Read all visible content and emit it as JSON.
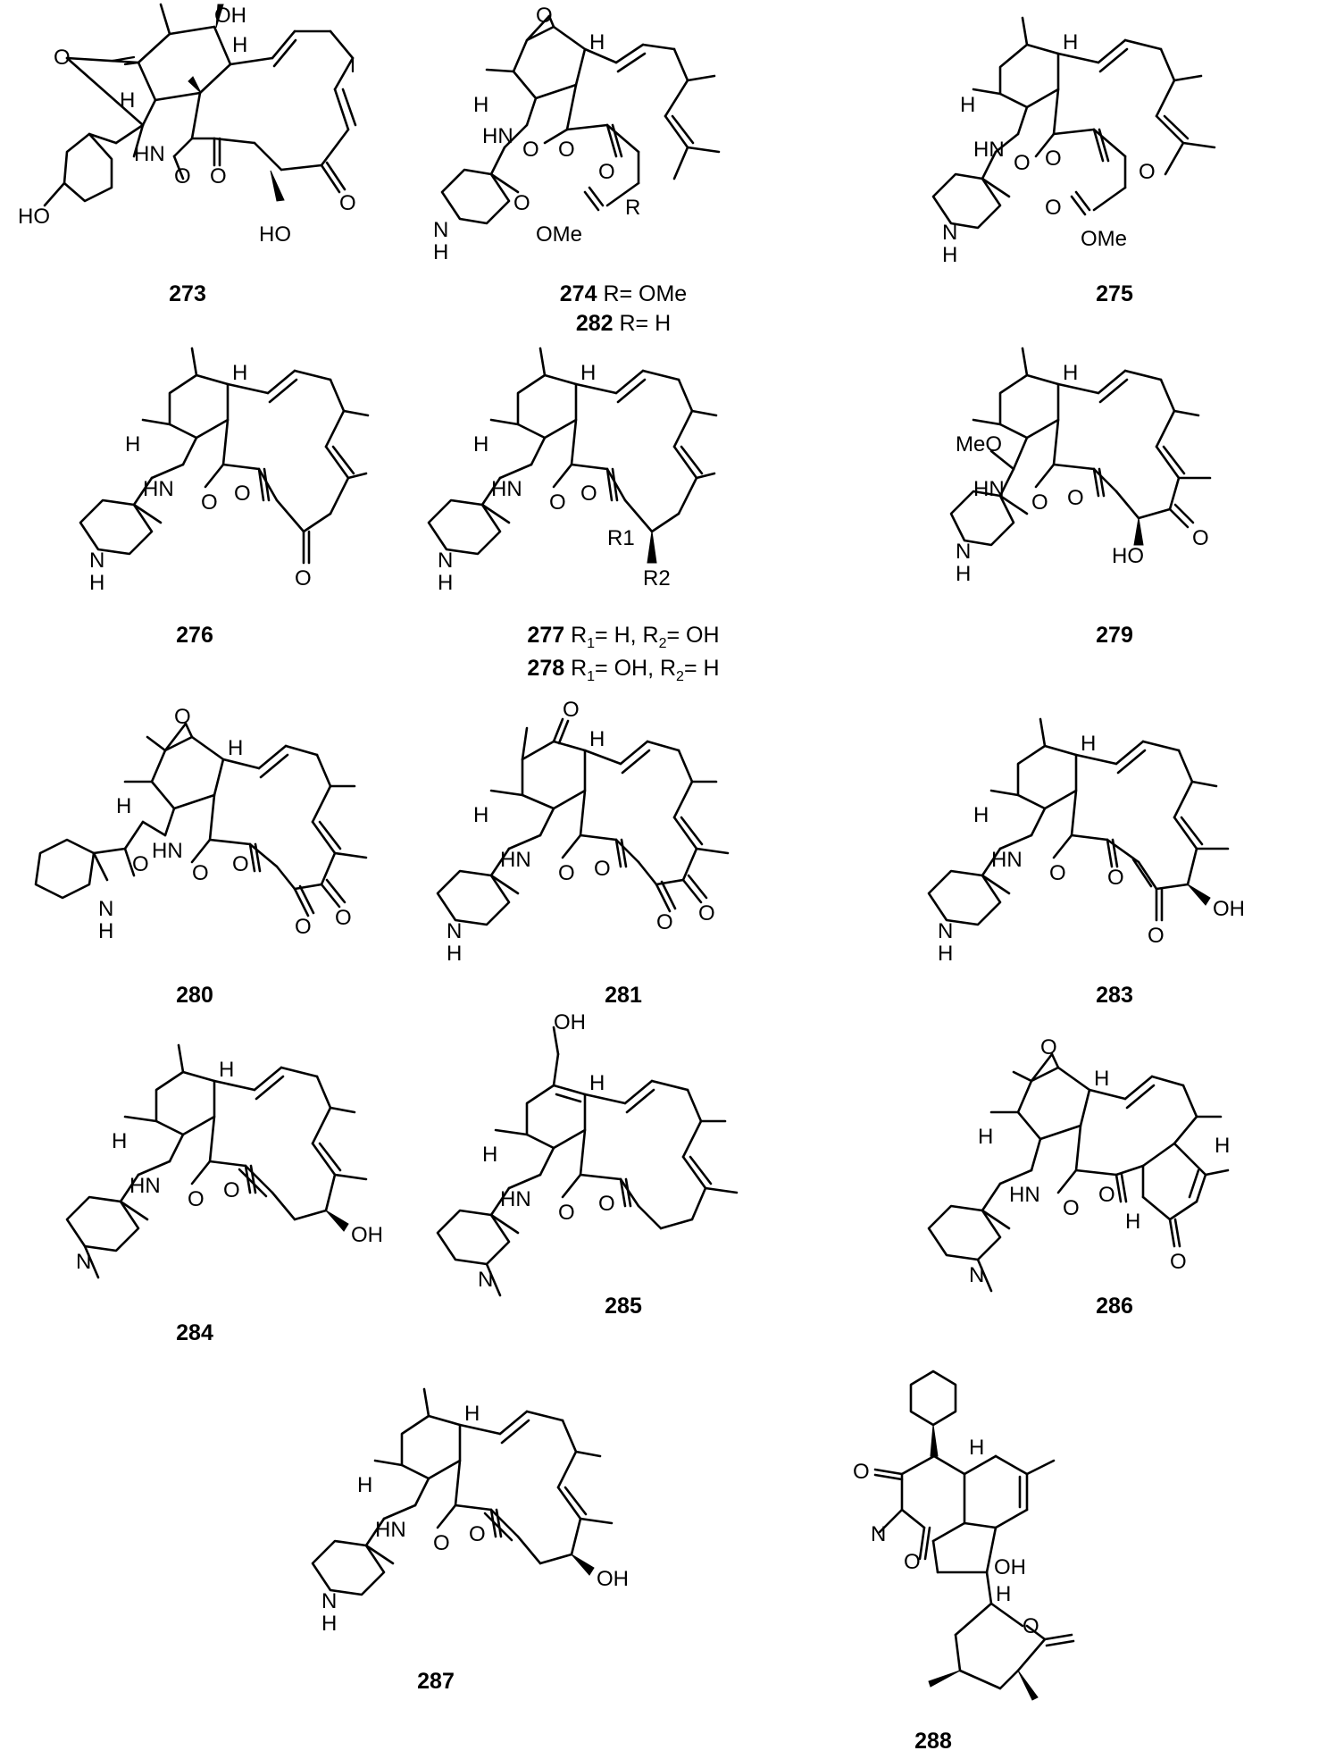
{
  "compounds": [
    {
      "id": "273",
      "captions": [
        {
          "num": "273",
          "rest": ""
        }
      ],
      "atoms": {
        "o_bridge": "O",
        "oh1": "OH",
        "h1": "H",
        "h2": "H",
        "hn": "HN",
        "o_lactam": "O",
        "o_ketone": "O",
        "o_ketone2": "O",
        "ho2": "HO",
        "ho_phenol": "HO"
      }
    },
    {
      "id": "274",
      "captions": [
        {
          "num": "274",
          "rest": " R= OMe"
        },
        {
          "num": "282",
          "rest": " R= H"
        }
      ],
      "atoms": {
        "o_epox": "O",
        "h1": "H",
        "h2": "H",
        "hn": "HN",
        "o_lactam": "O",
        "o_ketone": "O",
        "o_ester": "O",
        "ome": "OMe",
        "o_acyl": "O",
        "r": "R",
        "nh": "N",
        "nh_h": "H"
      }
    },
    {
      "id": "275",
      "captions": [
        {
          "num": "275",
          "rest": ""
        }
      ],
      "atoms": {
        "h1": "H",
        "h2": "H",
        "hn": "HN",
        "o_lactam": "O",
        "o_ketone": "O",
        "o_ald": "O",
        "o_ester": "O",
        "ome": "OMe",
        "nh": "N",
        "nh_h": "H"
      }
    },
    {
      "id": "276",
      "captions": [
        {
          "num": "276",
          "rest": ""
        }
      ],
      "atoms": {
        "h1": "H",
        "h2": "H",
        "hn": "HN",
        "o_lactam": "O",
        "o_ketone": "O",
        "o_ketone2": "O",
        "nh": "N",
        "nh_h": "H"
      }
    },
    {
      "id": "277",
      "captions": [
        {
          "num": "277",
          "rest": " R1= H, R2= OH"
        },
        {
          "num": "278",
          "rest": " R1= OH, R2= H"
        }
      ],
      "atoms": {
        "h1": "H",
        "h2": "H",
        "hn": "HN",
        "o_lactam": "O",
        "o_ketone": "O",
        "r1": "R1",
        "r2": "R2",
        "nh": "N",
        "nh_h": "H"
      }
    },
    {
      "id": "279",
      "captions": [
        {
          "num": "279",
          "rest": ""
        }
      ],
      "atoms": {
        "meo": "MeO",
        "h1": "H",
        "h2": "H",
        "hn": "HN",
        "o_lactam": "O",
        "o_ketone": "O",
        "o_ketone2": "O",
        "ho": "HO",
        "nh": "N",
        "nh_h": "H"
      }
    },
    {
      "id": "280",
      "captions": [
        {
          "num": "280",
          "rest": ""
        }
      ],
      "atoms": {
        "o_epox": "O",
        "o_epox2": "O",
        "h1": "H",
        "h2": "H",
        "hn": "HN",
        "o_lactam": "O",
        "o_ketone": "O",
        "o_dk1": "O",
        "o_dk2": "O",
        "nh": "N",
        "nh_h": "H"
      }
    },
    {
      "id": "281",
      "captions": [
        {
          "num": "281",
          "rest": ""
        }
      ],
      "atoms": {
        "o_top": "O",
        "h1": "H",
        "h2": "H",
        "hn": "HN",
        "o_lactam": "O",
        "o_ketone": "O",
        "o_dk1": "O",
        "o_dk2": "O",
        "nh": "N",
        "nh_h": "H"
      }
    },
    {
      "id": "283",
      "captions": [
        {
          "num": "283",
          "rest": ""
        }
      ],
      "atoms": {
        "h1": "H",
        "h2": "H",
        "hn": "HN",
        "o_lactam": "O",
        "o_ketone": "O",
        "o_ketone2": "O",
        "oh": "OH",
        "nh": "N",
        "nh_h": "H"
      }
    },
    {
      "id": "284",
      "captions": [
        {
          "num": "284",
          "rest": ""
        }
      ],
      "atoms": {
        "h1": "H",
        "h2": "H",
        "hn": "HN",
        "o_lactam": "O",
        "o_ketone": "O",
        "oh": "OH",
        "nme": "N"
      }
    },
    {
      "id": "285",
      "captions": [
        {
          "num": "285",
          "rest": ""
        }
      ],
      "atoms": {
        "oh": "OH",
        "h1": "H",
        "h2": "H",
        "hn": "HN",
        "o_lactam": "O",
        "o_ketone": "O",
        "nme": "N"
      }
    },
    {
      "id": "286",
      "captions": [
        {
          "num": "286",
          "rest": ""
        }
      ],
      "atoms": {
        "o_epox": "O",
        "h1": "H",
        "h2": "H",
        "h3": "H",
        "h4": "H",
        "hn": "HN",
        "o_lactam": "O",
        "o_ketone": "O",
        "o_enone": "O",
        "nme": "N"
      }
    },
    {
      "id": "287",
      "captions": [
        {
          "num": "287",
          "rest": ""
        }
      ],
      "atoms": {
        "h1": "H",
        "h2": "H",
        "hn": "HN",
        "o_lactam": "O",
        "o_ketone": "O",
        "oh": "OH",
        "nh": "N",
        "nh_h": "H"
      }
    },
    {
      "id": "288",
      "captions": [
        {
          "num": "288",
          "rest": ""
        }
      ],
      "atoms": {
        "o_imide": "O",
        "n": "N",
        "o_imide2": "O",
        "o_bridge_k": "O",
        "h1": "H",
        "oh": "OH",
        "h2": "H",
        "o_ring": "O",
        "o_lactone": "O"
      }
    }
  ]
}
